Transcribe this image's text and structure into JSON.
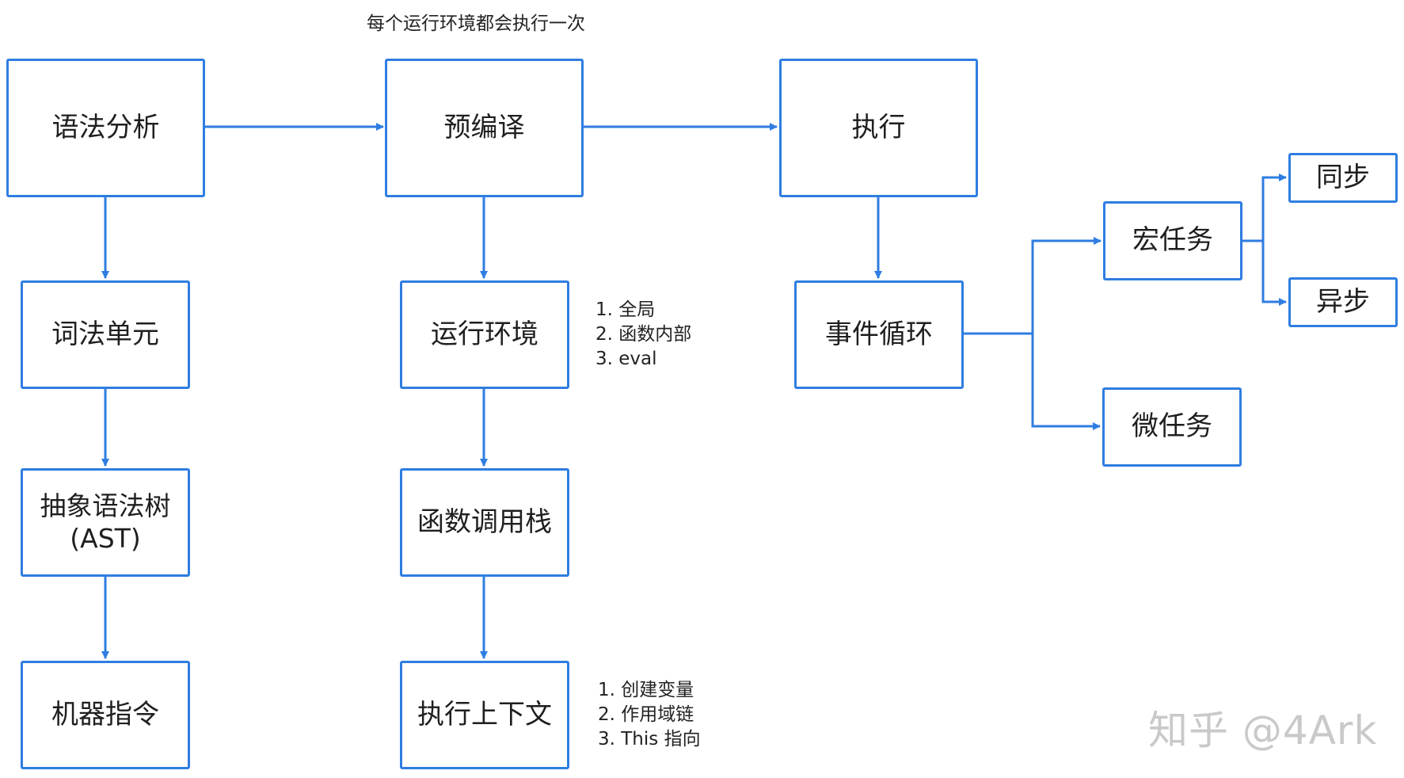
{
  "diagram": {
    "caption": "每个运行环境都会执行一次",
    "nodes": {
      "syntax_analysis": "语法分析",
      "lexical_units": "词法单元",
      "ast": "抽象语法树\n(AST)",
      "machine_code": "机器指令",
      "precompile": "预编译",
      "runtime_env": "运行环境",
      "call_stack": "函数调用栈",
      "exec_context": "执行上下文",
      "execute": "执行",
      "event_loop": "事件循环",
      "macro_task": "宏任务",
      "micro_task": "微任务",
      "sync": "同步",
      "async": "异步"
    },
    "runtime_env_notes": [
      "1. 全局",
      "2. 函数内部",
      "3. eval"
    ],
    "exec_context_notes": [
      "1. 创建变量",
      "2. 作用域链",
      "3. This 指向"
    ],
    "watermark": "知乎 @4Ark",
    "colors": {
      "border": "#2f7de1",
      "arrow": "#2f7de1"
    }
  }
}
